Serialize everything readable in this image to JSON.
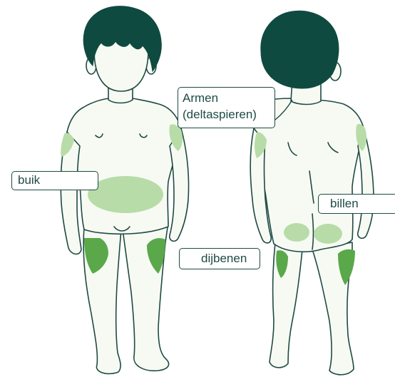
{
  "labels": {
    "arms_line1": "Armen",
    "arms_line2": "(deltaspieren)",
    "belly": "buik",
    "thighs": "dijbenen",
    "buttocks": "billen"
  },
  "colors": {
    "outline": "#1f4a44",
    "hair": "#0f4a40",
    "skin": "#f7faf3",
    "zone_light": "#b8dca8",
    "zone_medium": "#94cf86",
    "zone_dark": "#5aa84a",
    "label_border": "#1f4a44",
    "label_text": "#1f4a44"
  }
}
